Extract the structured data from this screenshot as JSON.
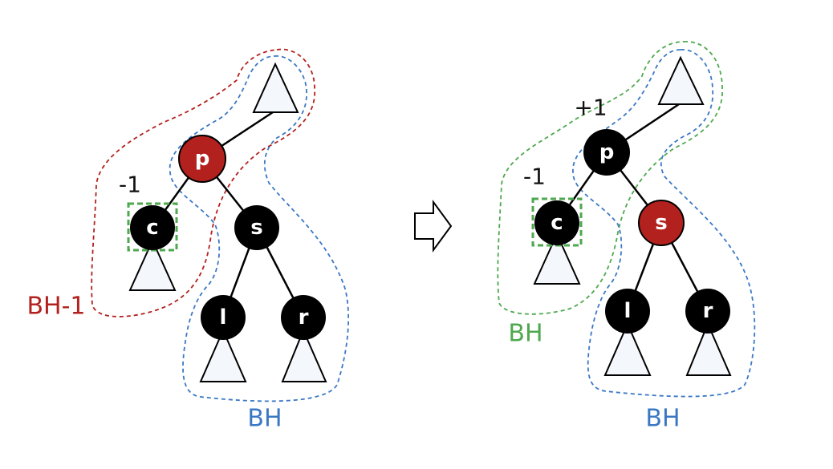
{
  "colors": {
    "red_node": "#b3211e",
    "black_node": "#000000",
    "bh_blue": "#3b78c4",
    "bh_green": "#4ea84e",
    "bh_minus_red": "#b3211e"
  },
  "before": {
    "nodes": {
      "p": "p",
      "c": "c",
      "s": "s",
      "l": "l",
      "r": "r"
    },
    "delta_c": "-1",
    "label_red": "BH-1",
    "label_blue": "BH"
  },
  "after": {
    "nodes": {
      "p": "p",
      "c": "c",
      "s": "s",
      "l": "l",
      "r": "r"
    },
    "delta_p": "+1",
    "delta_c": "-1",
    "label_green": "BH",
    "label_blue": "BH"
  },
  "transition_icon": "right-arrow-icon"
}
